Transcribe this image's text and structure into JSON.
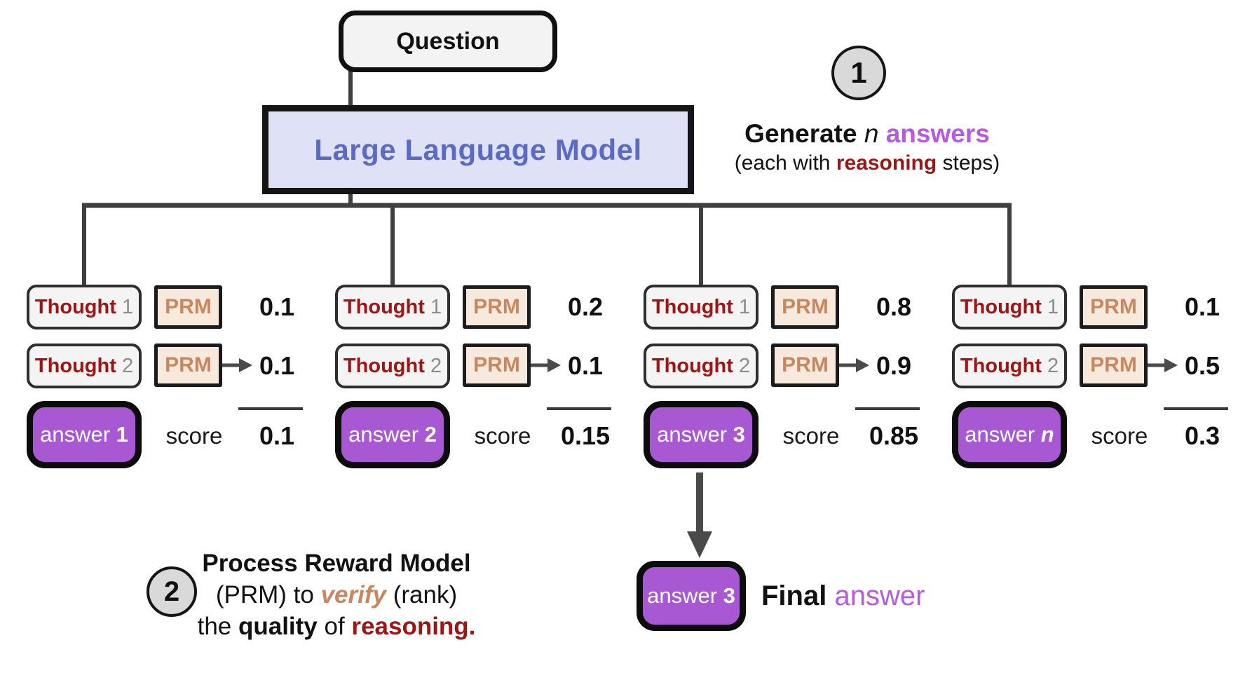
{
  "question": {
    "label": "Question"
  },
  "llm": {
    "label": "Large Language Model"
  },
  "step1": {
    "badge": "1",
    "generate": "Generate ",
    "n": "n",
    "answers": " answers",
    "each_pre": "(each with ",
    "reasoning": "reasoning",
    "each_post": " steps)"
  },
  "step2": {
    "badge": "2",
    "line1": "Process Reward Model",
    "prm_pre": "(PRM) to ",
    "verify": "verify",
    "rank": " (rank)",
    "the": "the ",
    "quality": "quality",
    "of": " of ",
    "reasoning": "reasoning."
  },
  "columns": [
    {
      "thought": "Thought ",
      "t1": "1",
      "t2": "2",
      "prm": "PRM",
      "s1": "0.1",
      "s2": "0.1",
      "answer": "answer ",
      "anum": "1",
      "score_label": "score",
      "total": "0.1"
    },
    {
      "thought": "Thought ",
      "t1": "1",
      "t2": "2",
      "prm": "PRM",
      "s1": "0.2",
      "s2": "0.1",
      "answer": "answer ",
      "anum": "2",
      "score_label": "score",
      "total": "0.15"
    },
    {
      "thought": "Thought ",
      "t1": "1",
      "t2": "2",
      "prm": "PRM",
      "s1": "0.8",
      "s2": "0.9",
      "answer": "answer ",
      "anum": "3",
      "score_label": "score",
      "total": "0.85"
    },
    {
      "thought": "Thought ",
      "t1": "1",
      "t2": "2",
      "prm": "PRM",
      "s1": "0.1",
      "s2": "0.5",
      "answer": "answer ",
      "anum": "n",
      "score_label": "score",
      "total": "0.3"
    }
  ],
  "final": {
    "answer": "answer ",
    "anum": "3",
    "final": "Final ",
    "answer_word": "answer"
  },
  "colors": {
    "answer_purple_fill": "#a958d3",
    "purple_text": "#b75ade",
    "dark_red": "#9e1515",
    "tan_prm": "#c9875f",
    "llm_text": "#5b6bc5",
    "llm_fill": "#dfe2f6",
    "thought_fill": "#f4f4f4",
    "prm_fill": "#f8e9dd",
    "question_fill": "#f3f3f3",
    "badge_fill": "#d9d9d9",
    "connector_gray": "#3f3f3f",
    "thought_num_gray": "#8b8b8b"
  }
}
